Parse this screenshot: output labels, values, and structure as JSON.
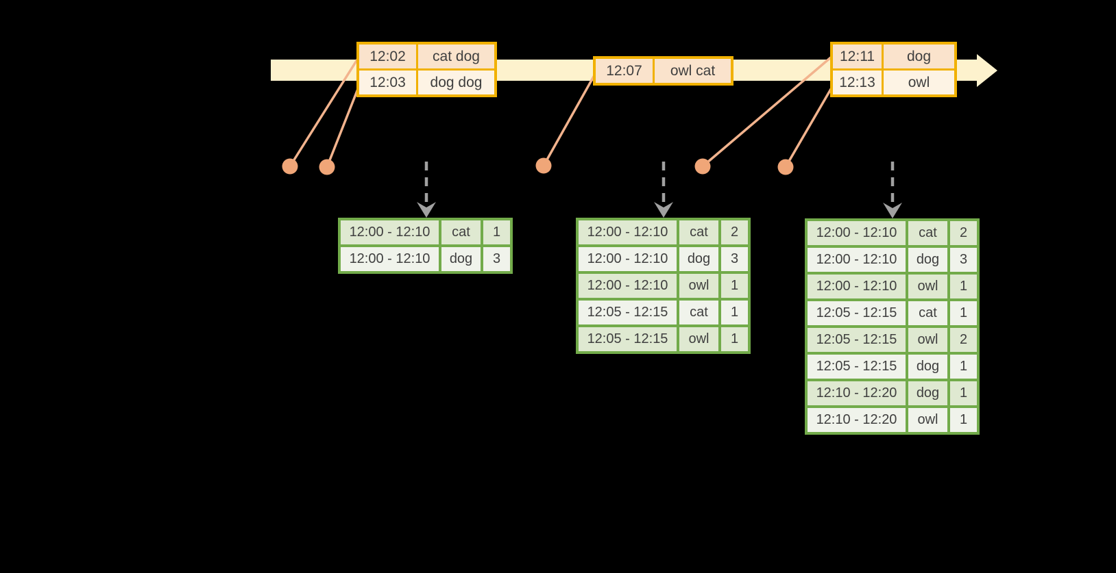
{
  "colors": {
    "background": "#000000",
    "timeline_fill": "#fdf2cd",
    "event_border": "#f1b100",
    "event_row_odd": "#fae3cc",
    "event_row_even": "#fdf3e4",
    "table_border": "#72ab4a",
    "table_row_odd": "#dfe9d1",
    "table_row_even": "#f0f3eb",
    "marker": "#f0a678",
    "marker_line": "#f2b38d",
    "trigger_arrow": "#a1a1a1",
    "text": "#3f3f3f"
  },
  "icons": {
    "timeline_arrowhead": "right-arrowhead",
    "event_marker": "filled-circle",
    "trigger_arrow": "dashed-down-arrow"
  },
  "timeline": {
    "events": [
      {
        "rows": [
          {
            "time": "12:02",
            "words": "cat dog"
          },
          {
            "time": "12:03",
            "words": "dog dog"
          }
        ]
      },
      {
        "rows": [
          {
            "time": "12:07",
            "words": "owl cat"
          }
        ]
      },
      {
        "rows": [
          {
            "time": "12:11",
            "words": "dog"
          },
          {
            "time": "12:13",
            "words": "owl"
          }
        ]
      }
    ]
  },
  "result_tables": [
    {
      "rows": [
        [
          "12:00 - 12:10",
          "cat",
          "1"
        ],
        [
          "12:00 - 12:10",
          "dog",
          "3"
        ]
      ]
    },
    {
      "rows": [
        [
          "12:00 - 12:10",
          "cat",
          "2"
        ],
        [
          "12:00 - 12:10",
          "dog",
          "3"
        ],
        [
          "12:00 - 12:10",
          "owl",
          "1"
        ],
        [
          "12:05 - 12:15",
          "cat",
          "1"
        ],
        [
          "12:05 - 12:15",
          "owl",
          "1"
        ]
      ]
    },
    {
      "rows": [
        [
          "12:00 - 12:10",
          "cat",
          "2"
        ],
        [
          "12:00 - 12:10",
          "dog",
          "3"
        ],
        [
          "12:00 - 12:10",
          "owl",
          "1"
        ],
        [
          "12:05 - 12:15",
          "cat",
          "1"
        ],
        [
          "12:05 - 12:15",
          "owl",
          "2"
        ],
        [
          "12:05 - 12:15",
          "dog",
          "1"
        ],
        [
          "12:10 - 12:20",
          "dog",
          "1"
        ],
        [
          "12:10 - 12:20",
          "owl",
          "1"
        ]
      ]
    }
  ]
}
